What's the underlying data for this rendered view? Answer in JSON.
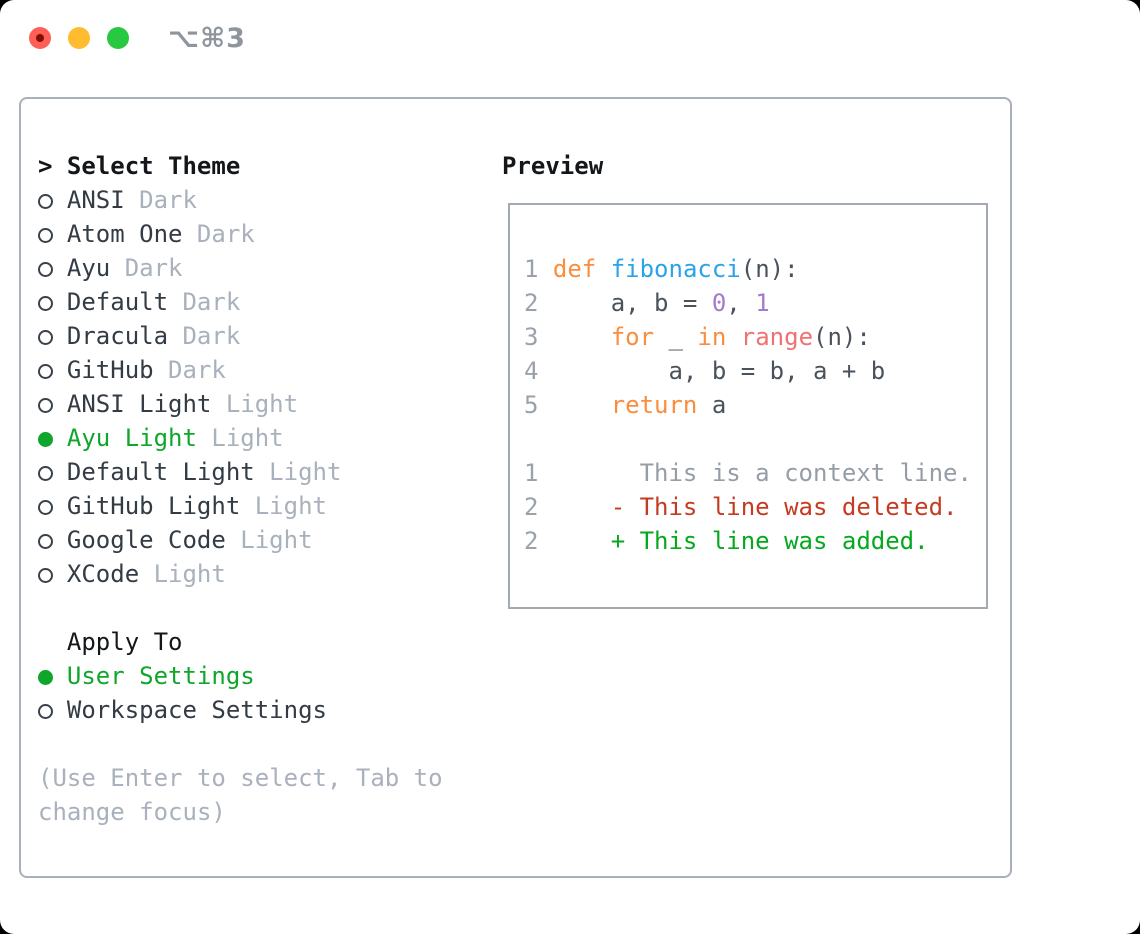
{
  "window": {
    "shortcut_label": "⌥⌘3"
  },
  "theme_panel": {
    "cursor": ">",
    "title": "Select Theme",
    "themes": [
      {
        "name": "ANSI",
        "variant": "Dark",
        "selected": false
      },
      {
        "name": "Atom One",
        "variant": "Dark",
        "selected": false
      },
      {
        "name": "Ayu",
        "variant": "Dark",
        "selected": false
      },
      {
        "name": "Default",
        "variant": "Dark",
        "selected": false
      },
      {
        "name": "Dracula",
        "variant": "Dark",
        "selected": false
      },
      {
        "name": "GitHub",
        "variant": "Dark",
        "selected": false
      },
      {
        "name": "ANSI Light",
        "variant": "Light",
        "selected": false
      },
      {
        "name": "Ayu Light",
        "variant": "Light",
        "selected": true
      },
      {
        "name": "Default Light",
        "variant": "Light",
        "selected": false
      },
      {
        "name": "GitHub Light",
        "variant": "Light",
        "selected": false
      },
      {
        "name": "Google Code",
        "variant": "Light",
        "selected": false
      },
      {
        "name": "XCode",
        "variant": "Light",
        "selected": false
      }
    ],
    "apply_to_title": "Apply To",
    "apply_to_options": [
      {
        "label": "User Settings",
        "selected": true
      },
      {
        "label": "Workspace Settings",
        "selected": false
      }
    ],
    "hint": "(Use Enter to select, Tab to change focus)"
  },
  "preview": {
    "title": "Preview",
    "lines": [
      {
        "num": "1",
        "tokens": [
          [
            "def",
            "kw"
          ],
          [
            " ",
            "plain"
          ],
          [
            "fibonacci",
            "fn"
          ],
          [
            "(n):",
            "plain"
          ]
        ]
      },
      {
        "num": "2",
        "tokens": [
          [
            "    a, b = ",
            "plain"
          ],
          [
            "0",
            "num"
          ],
          [
            ", ",
            "plain"
          ],
          [
            "1",
            "num"
          ]
        ]
      },
      {
        "num": "3",
        "tokens": [
          [
            "    ",
            "plain"
          ],
          [
            "for",
            "kw"
          ],
          [
            " _ ",
            "plain"
          ],
          [
            "in",
            "kw"
          ],
          [
            " ",
            "plain"
          ],
          [
            "range",
            "call"
          ],
          [
            "(n):",
            "plain"
          ]
        ]
      },
      {
        "num": "4",
        "tokens": [
          [
            "        a, b = b, a + b",
            "plain"
          ]
        ]
      },
      {
        "num": "5",
        "tokens": [
          [
            "    ",
            "plain"
          ],
          [
            "return",
            "kw"
          ],
          [
            " a",
            "plain"
          ]
        ]
      },
      {
        "num": "",
        "tokens": []
      },
      {
        "num": "1",
        "tokens": [
          [
            "      This is a context line.",
            "ctx"
          ]
        ]
      },
      {
        "num": "2",
        "tokens": [
          [
            "    - This line was deleted.",
            "del"
          ]
        ]
      },
      {
        "num": "2",
        "tokens": [
          [
            "    + This line was added.",
            "add"
          ]
        ]
      }
    ]
  },
  "colors": {
    "selection_green": "#10a62c",
    "added_green": "#07a81f",
    "deleted_red": "#c53b22",
    "context_gray": "#959da7",
    "keyword_orange": "#fa8d3e",
    "function_blue": "#2ba3e8",
    "number_purple": "#a37acc",
    "call_coral": "#f07171",
    "muted_gray": "#a8b1bc",
    "traffic_red": "#ff5f57",
    "traffic_yellow": "#febc2e",
    "traffic_green": "#28c840"
  }
}
